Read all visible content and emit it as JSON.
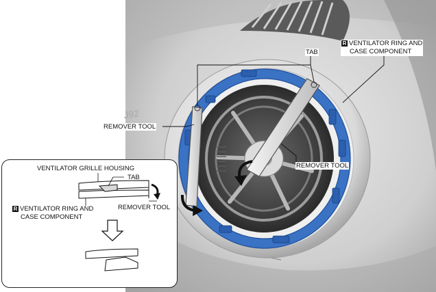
{
  "labels": {
    "tab_main": "TAB",
    "ring_main_badge": "R",
    "ring_main_line1": "VENTILATOR RING AND",
    "ring_main_line2": "CASE COMPONENT",
    "remover_tool_left": "REMOVER TOOL",
    "remover_tool_center": "REMOVER TOOL"
  },
  "inset": {
    "housing": "VENTILATOR GRILLE HOUSING",
    "tab": "TAB",
    "ring_badge": "R",
    "ring_line1": "VENTILATOR RING AND",
    "ring_line2": "CASE COMPONENT",
    "remover_tool": "REMOVER TOOL"
  },
  "colors": {
    "ring_blue": "#3a72c4",
    "ring_blue_dark": "#1f4f9a",
    "dash_gray": "#d2d2d2"
  }
}
